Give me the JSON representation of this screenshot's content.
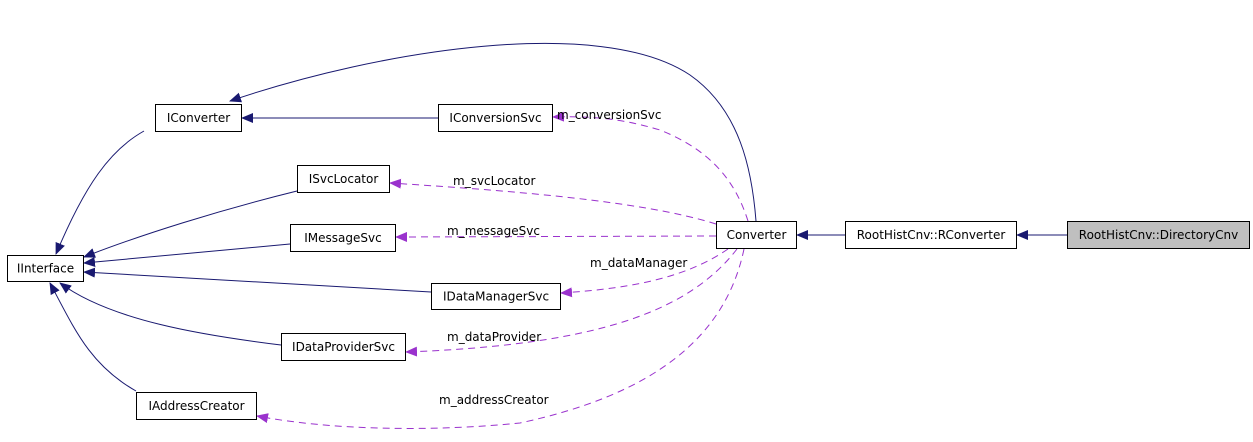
{
  "nodes": {
    "iinterface": "IInterface",
    "iconverter": "IConverter",
    "iconversionsvc": "IConversionSvc",
    "isvclocator": "ISvcLocator",
    "imessagesvc": "IMessageSvc",
    "idatamanagersvc": "IDataManagerSvc",
    "idataprovidersvc": "IDataProviderSvc",
    "iaddresscreator": "IAddressCreator",
    "converter": "Converter",
    "rconverter": "RootHistCnv::RConverter",
    "directorycnv": "RootHistCnv::DirectoryCnv"
  },
  "edge_labels": {
    "conversionSvc": "m_conversionSvc",
    "svcLocator": "m_svcLocator",
    "messageSvc": "m_messageSvc",
    "dataManager": "m_dataManager",
    "dataProvider": "m_dataProvider",
    "addressCreator": "m_addressCreator"
  },
  "colors": {
    "inheritance_edge": "#191970",
    "usage_edge": "#9a32cd",
    "focus_node_fill": "#bfbfbf"
  }
}
